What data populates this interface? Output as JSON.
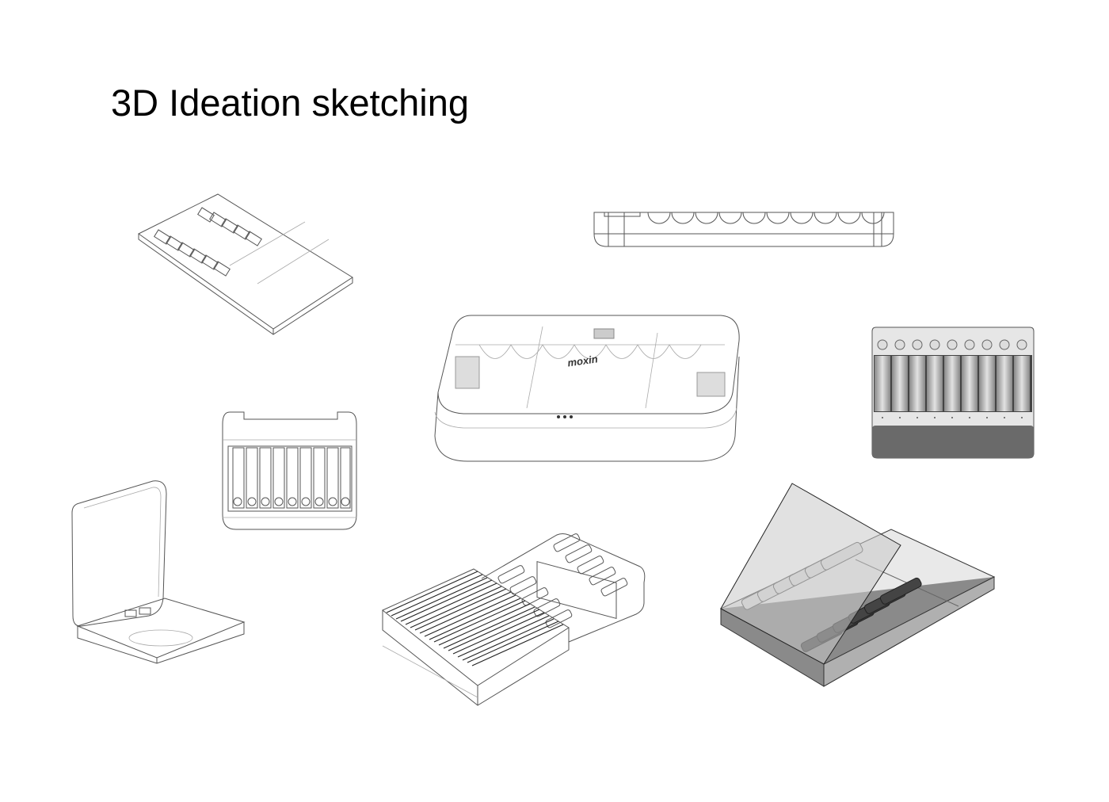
{
  "page": {
    "title": "3D Ideation sketching",
    "background": "#ffffff"
  },
  "sketches": [
    {
      "id": "tray-angled-topleft",
      "description": "Isometric wireframe tray with 2 rows of battery slots and flat panel"
    },
    {
      "id": "side-profile-top",
      "description": "Side profile of charger showing 10 semicircular battery cutouts"
    },
    {
      "id": "transparent-case-center",
      "description": "Rounded transparent box with internal batteries",
      "brand_mark": "moxin"
    },
    {
      "id": "front-view-right",
      "description": "Front orthographic view with 9 cells, circles above, dark base",
      "cell_count": 9
    },
    {
      "id": "open-charger-midleft",
      "description": "Open-top 9-slot charger with circles row"
    },
    {
      "id": "flip-lid-cube-bottomleft",
      "description": "Square box with flipped-open lid"
    },
    {
      "id": "heatsink-slider-bottom",
      "description": "Finned heatsink box sliding over 12-slot tray"
    },
    {
      "id": "glass-lid-tray-bottomright",
      "description": "Shaded tray with translucent tilted lid and 12 slots"
    }
  ]
}
